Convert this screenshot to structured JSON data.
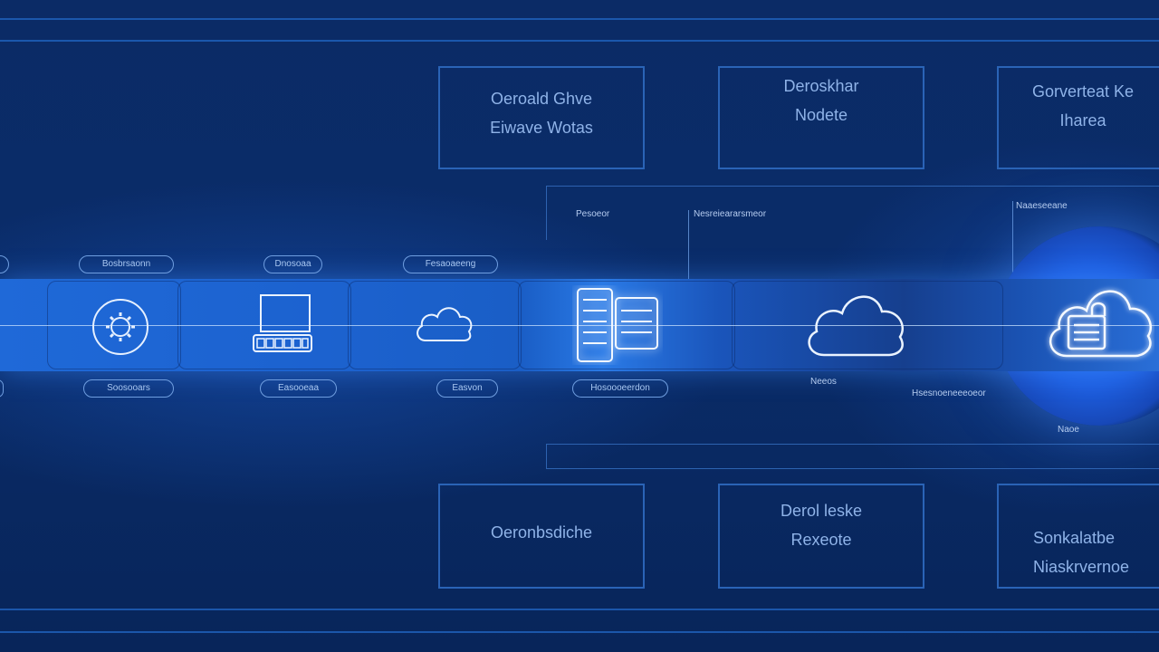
{
  "colors": {
    "background": "#0a2a63",
    "band": "#1f69d8",
    "box_border": "#2a63b6",
    "text": "#8fb3e8",
    "glow": "#2f7dff"
  },
  "top_boxes": [
    {
      "line1": "Oeroald Ghve",
      "line2": "Eiwave Wotas"
    },
    {
      "line1": "Deroskhar",
      "line2": "Nodete"
    },
    {
      "line1": "Gorverteat Ke",
      "line2": "Iharea"
    }
  ],
  "bottom_boxes": [
    {
      "line1": "Oeronbsdiche",
      "line2": ""
    },
    {
      "line1": "Derol leske",
      "line2": "Rexeote"
    },
    {
      "line1": "Sonkalatbe",
      "line2": "Niaskrvernoe"
    }
  ],
  "pills_top": [
    "",
    "Bosbrsaonn",
    "Dnosoaa",
    "Fesaoaeeng"
  ],
  "pills_bottom": [
    "",
    "Soosooars",
    "Easooeaa",
    "Easvon",
    "Hosoooeerdon"
  ],
  "diagram_labels": {
    "label_a": "Pesoeor",
    "label_b": "Nesreieararsmeor",
    "label_c": "Naaeseeane",
    "label_d": "Neeos",
    "label_e": "Hsesnoeneeeoeor",
    "label_f": "Naoe"
  },
  "nodes": [
    "gear-icon",
    "laptop-icon",
    "cloud-icon",
    "server-icon",
    "cloud-icon",
    "cloud-security-icon"
  ]
}
